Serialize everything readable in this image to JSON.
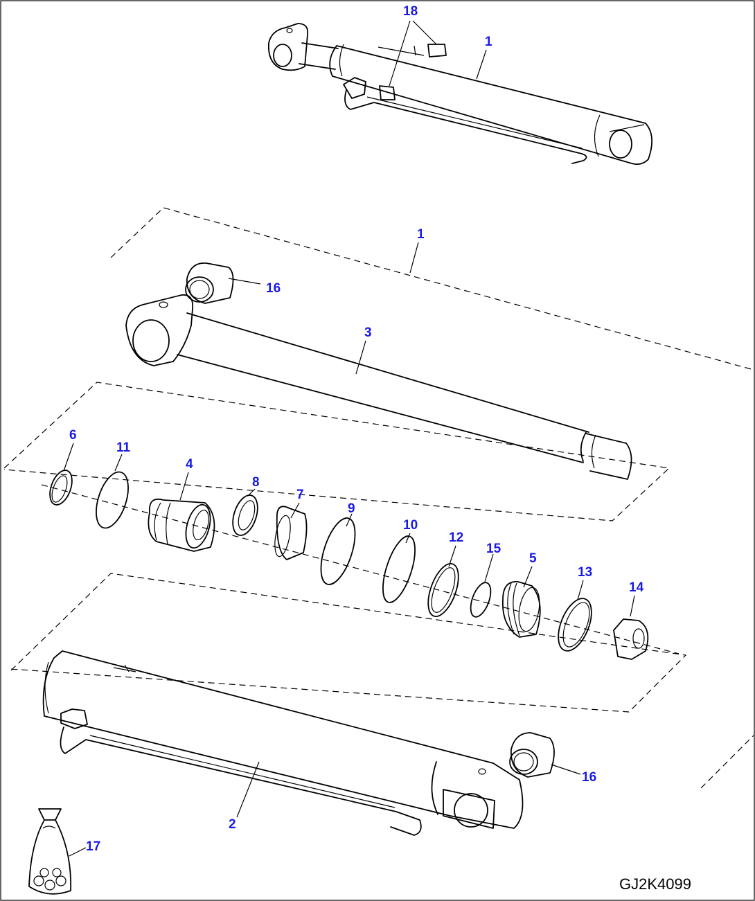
{
  "drawing": {
    "id": "GJ2K4099",
    "callout_color": "#1a1ae6"
  },
  "callouts": {
    "c1_top": "1",
    "c18": "18",
    "c1_group": "1",
    "c16_top": "16",
    "c3": "3",
    "c6": "6",
    "c11": "11",
    "c4": "4",
    "c8": "8",
    "c7": "7",
    "c9": "9",
    "c10": "10",
    "c12": "12",
    "c15": "15",
    "c5": "5",
    "c13": "13",
    "c14": "14",
    "c16_bottom": "16",
    "c2": "2",
    "c17": "17"
  }
}
